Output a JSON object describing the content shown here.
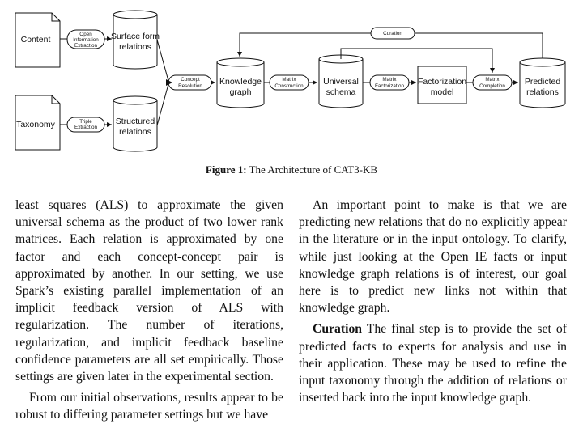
{
  "figure": {
    "nodes": {
      "content": "Content",
      "taxonomy": "Taxonomy",
      "surface_form": [
        "Surface form",
        "relations"
      ],
      "structured": [
        "Structured",
        "relations"
      ],
      "knowledge_graph": [
        "Knowledge",
        "graph"
      ],
      "universal_schema": [
        "Universal",
        "schema"
      ],
      "factorization_model": [
        "Factorization",
        "model"
      ],
      "predicted_relations": [
        "Predicted",
        "relations"
      ]
    },
    "edges": {
      "open_ie": [
        "Open",
        "Information",
        "Extraction"
      ],
      "triple_extraction": [
        "Triple",
        "Extraction"
      ],
      "concept_resolution": [
        "Concept",
        "Resolution"
      ],
      "matrix_construction": [
        "Matrix",
        "Construction"
      ],
      "matrix_factorization": [
        "Matrix",
        "Factorization"
      ],
      "matrix_completion": [
        "Matrix",
        "Completion"
      ],
      "curation": "Curation"
    },
    "caption_label": "Figure 1:",
    "caption_text": " The Architecture of CAT3-KB"
  },
  "left_column": {
    "p1": "least squares (ALS) to approximate the given universal schema as the product of two lower rank matrices. Each relation is approximated by one factor and each concept-concept pair is approximated by another. In our setting, we use Spark’s existing parallel implementation of an implicit feedback version of ALS with regularization. The number of iterations, regularization, and implicit feedback baseline confidence parameters are all set empirically. Those settings are given later in the experimental section.",
    "p2": "From our initial observations, results appear to be robust to differing parameter settings but we have"
  },
  "right_column": {
    "p1": "An important point to make is that we are predicting new relations that do no explicitly appear in the literature or in the input ontology. To clarify, while just looking at the Open IE facts or input knowledge graph relations is of interest, our goal here is to predict new links not within that knowledge graph.",
    "p2_heading": "Curation",
    "p2_text": " The final step is to provide the set of predicted facts to experts for analysis and use in their application. These may be used to refine the input taxonomy through the addition of relations or inserted back into the input knowledge graph."
  }
}
